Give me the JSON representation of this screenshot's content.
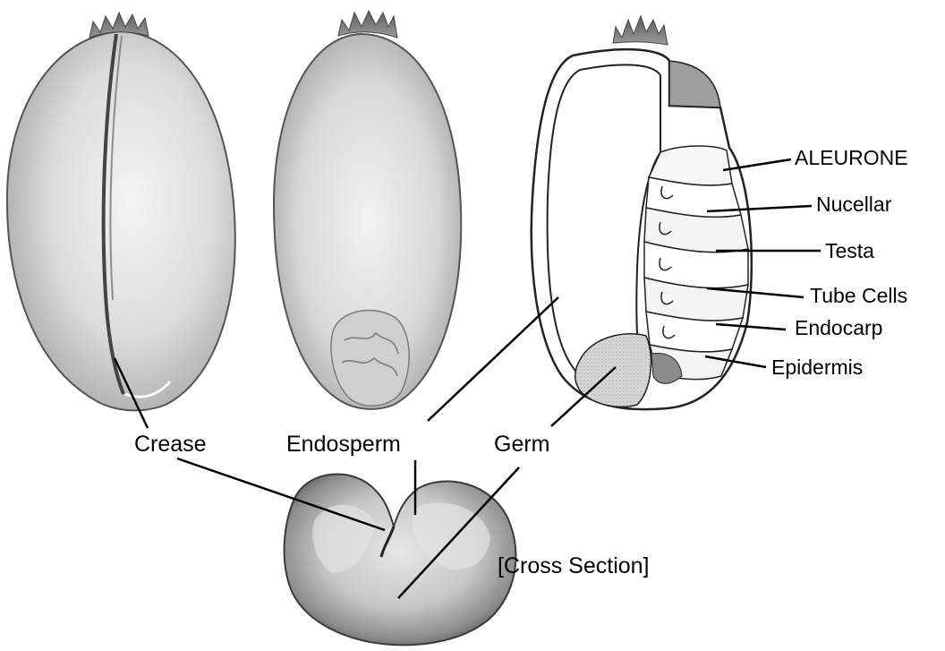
{
  "figure": {
    "kernel_views": [
      {
        "name": "crease-view"
      },
      {
        "name": "back-view"
      },
      {
        "name": "longitudinal-section"
      },
      {
        "name": "cross-section"
      }
    ],
    "labels": {
      "crease": "Crease",
      "endosperm": "Endosperm",
      "germ": "Germ",
      "cross_section": "[Cross Section]"
    },
    "bran_layers": [
      "ALEURONE",
      "Nucellar",
      "Testa",
      "Tube Cells",
      "Endocarp",
      "Epidermis"
    ],
    "colors": {
      "line": "#000000",
      "kernel_light": "#e8e8e8",
      "kernel_mid": "#bdbdbd",
      "kernel_dark": "#6e6e6e",
      "germ_fill": "#d6d6d6",
      "background": "#ffffff"
    }
  }
}
